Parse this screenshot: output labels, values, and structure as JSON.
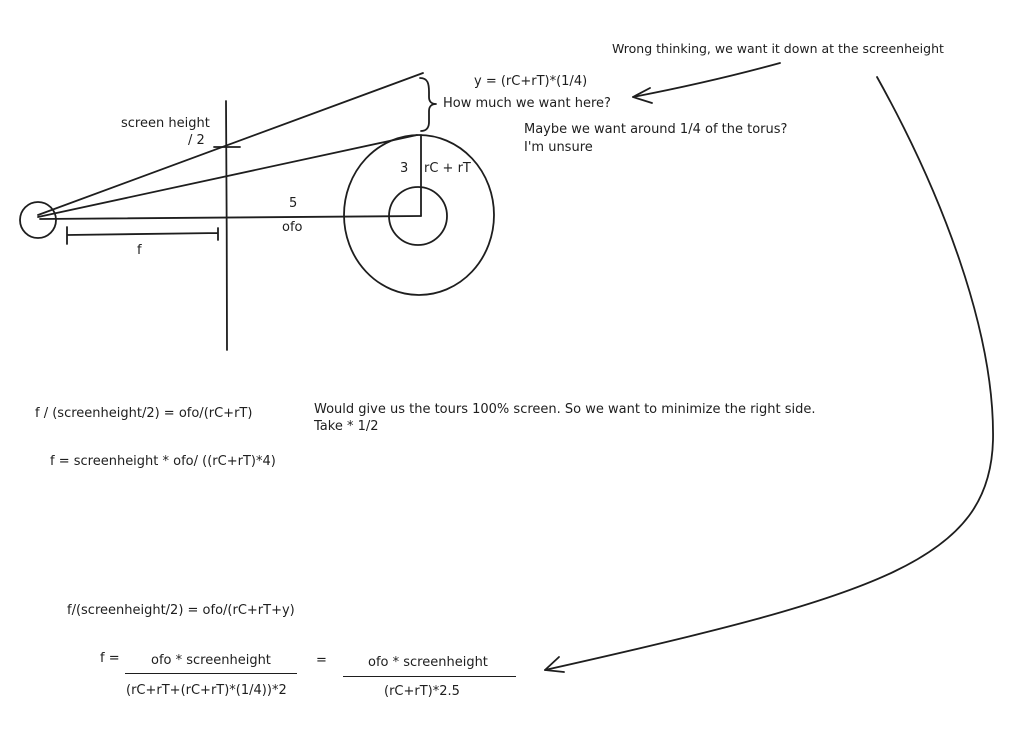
{
  "diagram": {
    "labels": {
      "screen_height": "screen height",
      "half": "/ 2",
      "three": "3",
      "rc_rt": "rC + rT",
      "five": "5",
      "ofo": "ofo",
      "f": "f"
    },
    "annotations": {
      "y_formula": "y = (rC+rT)*(1/4)",
      "how_much": "How much we want here?",
      "maybe": "Maybe we want around 1/4 of the torus?",
      "unsure": "I'm unsure",
      "wrong_thinking": "Wrong thinking, we want it down at the screenheight"
    },
    "equations": {
      "eq1": "f / (screenheight/2) = ofo/(rC+rT)",
      "eq1_note_1": "Would give us the tours 100% screen. So we want to minimize the right side.",
      "eq1_note_2": "Take * 1/2",
      "eq2": "f = screenheight * ofo/ ((rC+rT)*4)",
      "eq3": "f/(screenheight/2) = ofo/(rC+rT+y)",
      "eq4_lhs": "f =",
      "eq4_num": "ofo * screenheight",
      "eq4_den": "(rC+rT+(rC+rT)*(1/4))*2",
      "eq4_eq": "=",
      "eq4_num2": "ofo * screenheight",
      "eq4_den2": "(rC+rT)*2.5"
    },
    "colors": {
      "stroke": "#1e1e1e",
      "background": "#ffffff"
    }
  }
}
